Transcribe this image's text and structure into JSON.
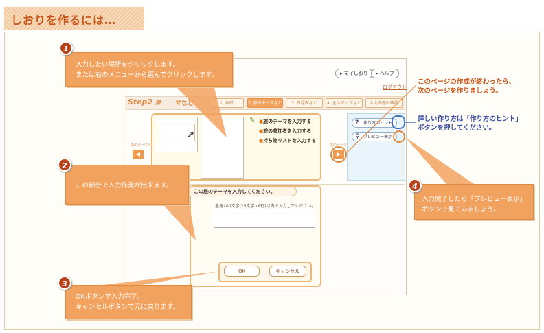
{
  "page": {
    "title": "しおりを作るには…"
  },
  "app": {
    "my_shiori_label": "マイしおり",
    "help_label": "ヘルプ",
    "logout_label": "ログアウト",
    "step_label": "Step2",
    "step_label_suffix": "旅",
    "step_label_tail": "マなど",
    "tabs": [
      {
        "label": "1. 表紙"
      },
      {
        "label": "2. 旅のテーマなど"
      },
      {
        "label": "3. 日程表など"
      },
      {
        "label": "4. 全体マップなど"
      },
      {
        "label": "入力内容の確認"
      }
    ],
    "menu_items": [
      {
        "label": "旅のテーマを入力する"
      },
      {
        "label": "旅の参加者を入力する"
      },
      {
        "label": "持ち物リストを入力する"
      }
    ],
    "prev_page_label": "前のページへ",
    "next_page_label": "次のページへ",
    "hint_button_label": "作り方のヒント",
    "preview_button_label": "プレビュー表示",
    "input_header": "この旅のテーマを入力してください。",
    "textarea_hint": "全角200文字(25文字×8行)以内で入力してください。",
    "ok_label": "OK",
    "cancel_label": "キャンセル"
  },
  "callouts": [
    {
      "number": "1",
      "lines": [
        "入力したい場所をクリックします。",
        "または右のメニューから選んでクリックします。"
      ]
    },
    {
      "number": "2",
      "lines": [
        "この部分で入力作業が出来ます。"
      ]
    },
    {
      "number": "3",
      "lines": [
        "OKボタンで入力完了。",
        "キャンセルボタンで元に戻ります。"
      ]
    },
    {
      "number": "4",
      "lines": [
        "入力完了したら「プレビュー表示」",
        "ボタンで見てみましょう。"
      ]
    }
  ],
  "notes": {
    "next_page": [
      "このページの作成が終わったら、",
      "次のページを作りましょう。"
    ],
    "hint": [
      "詳しい作り方は「作り方のヒント」",
      "ボタンを押してください。"
    ]
  },
  "colors": {
    "accent_orange": "#f2a25f",
    "badge": "#b5441c",
    "note_blue": "#3b4fa3",
    "title": "#c8561a"
  }
}
